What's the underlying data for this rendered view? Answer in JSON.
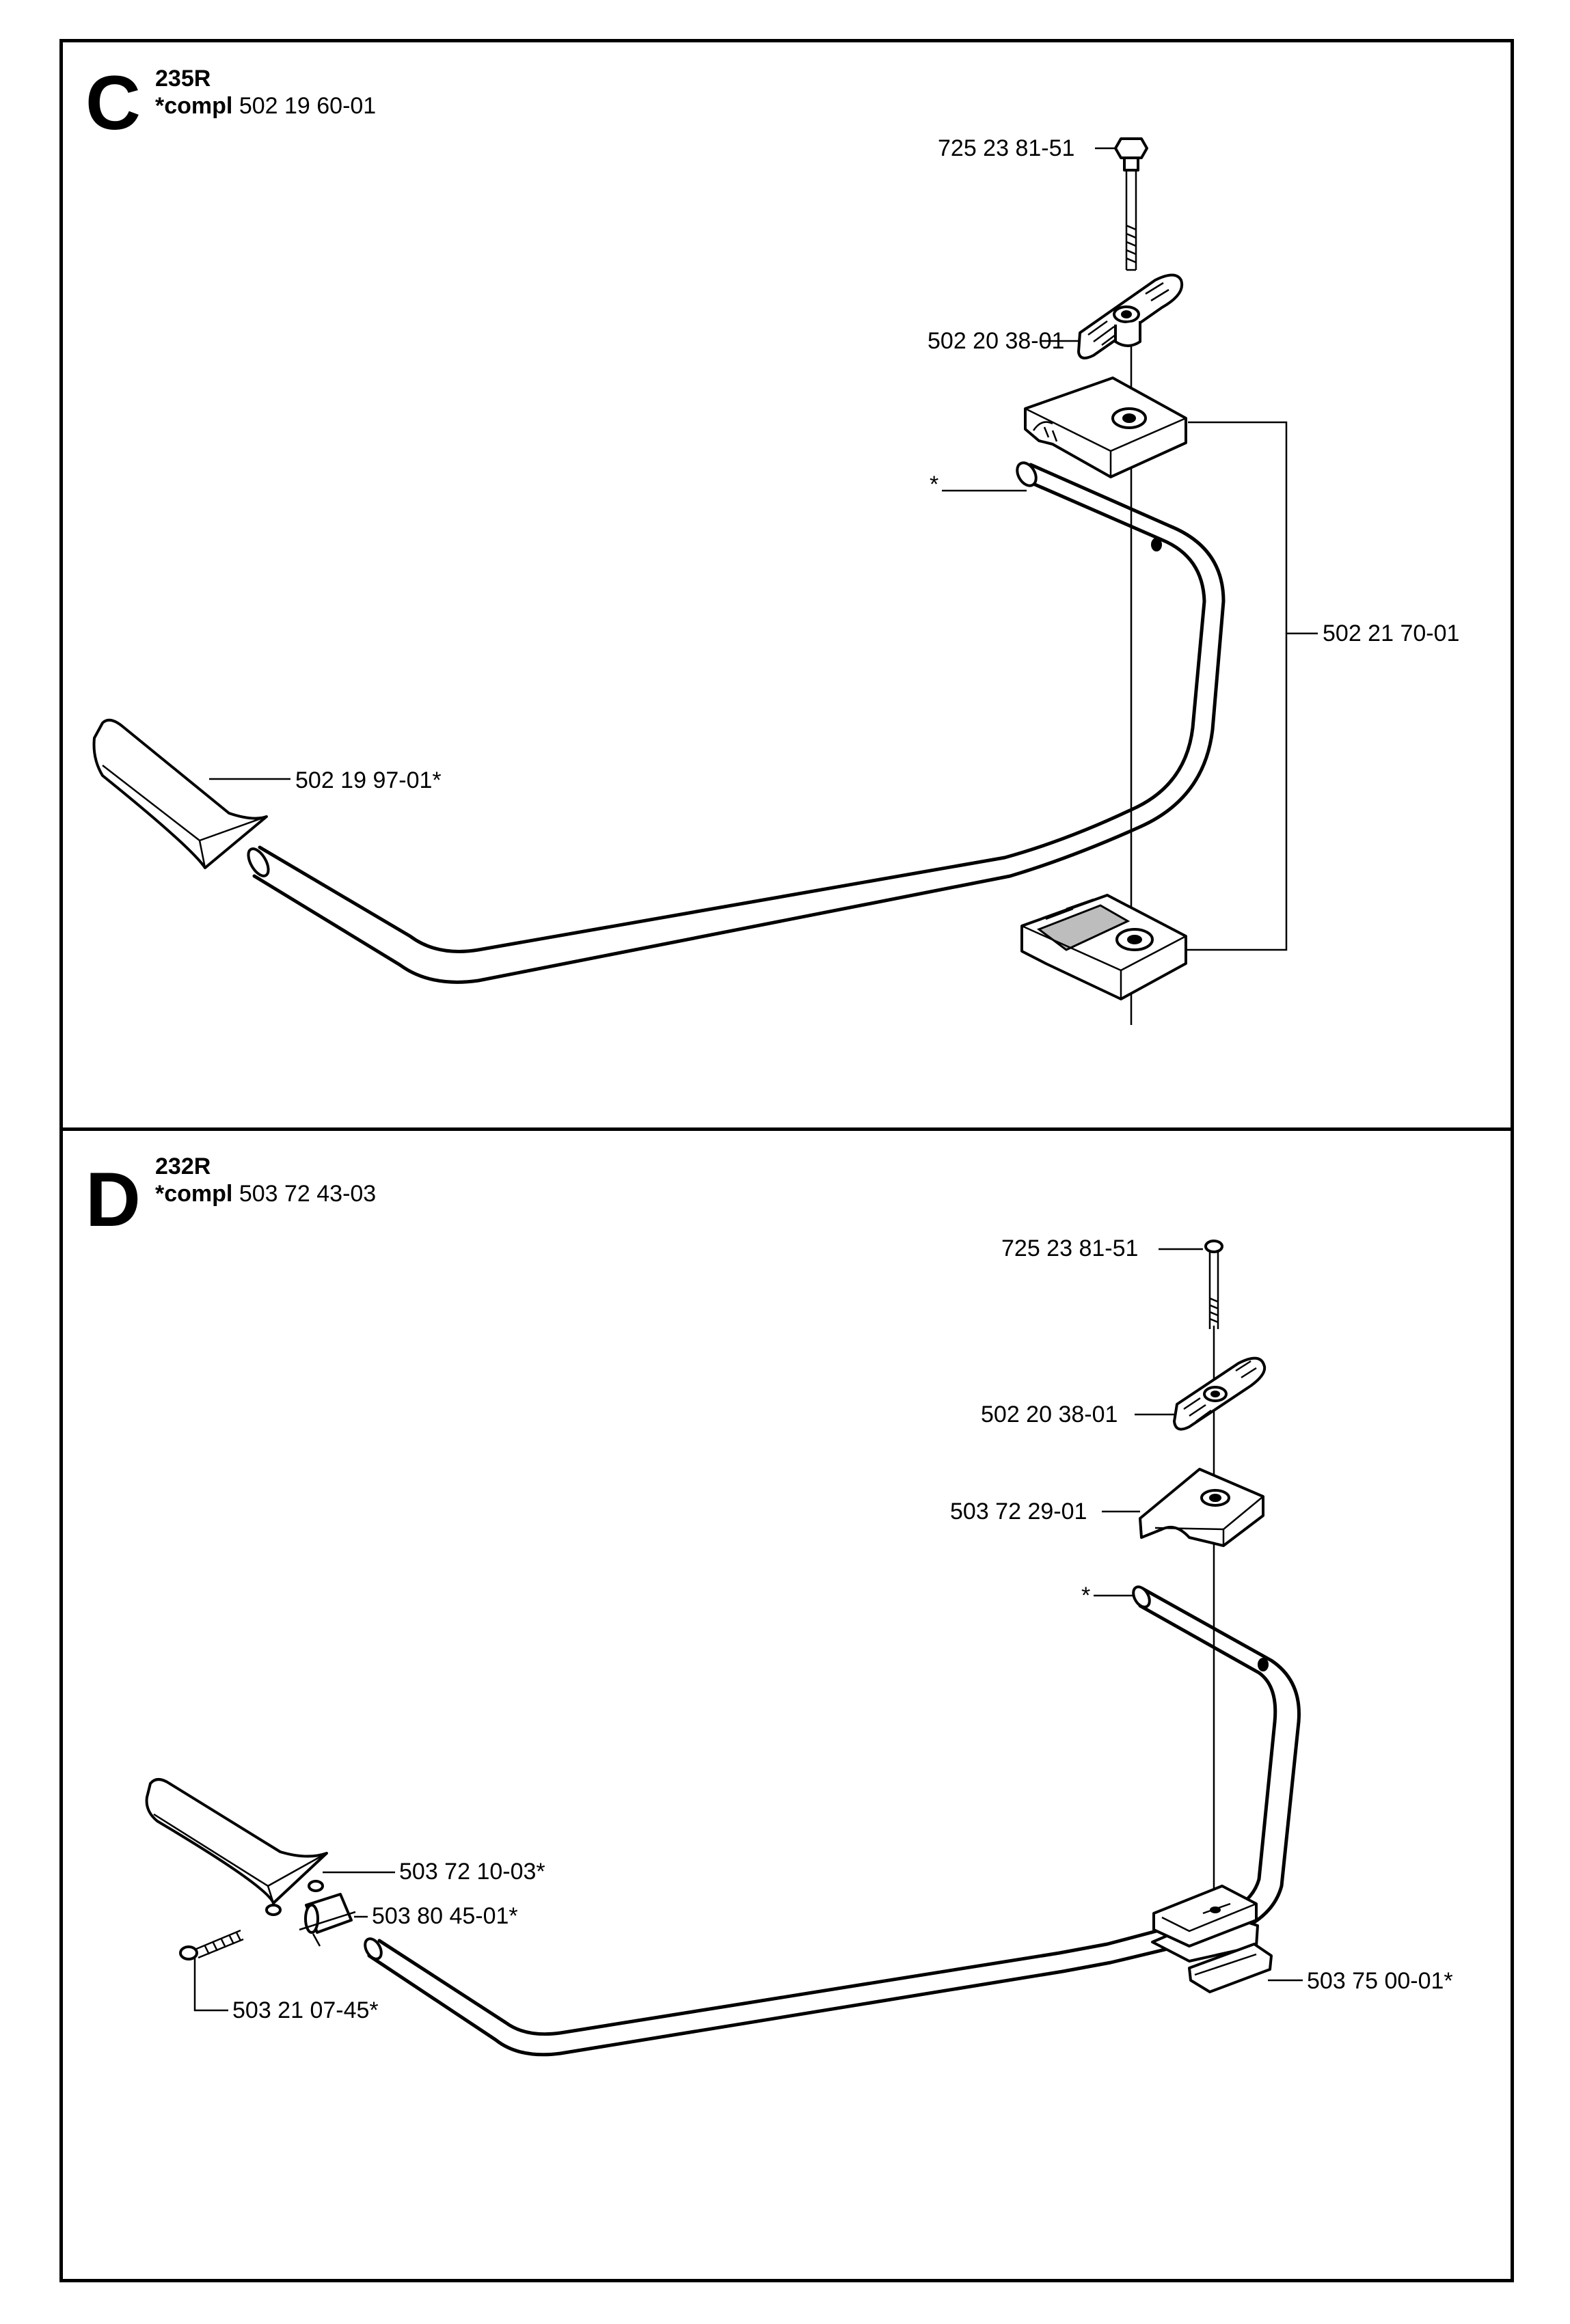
{
  "sections": [
    {
      "letter": "C",
      "model": "235R",
      "compl_prefix": "*compl",
      "compl_number": "502 19 60-01",
      "parts": {
        "bolt": "725 23 81-51",
        "knob": "502 20 38-01",
        "handle_star": "*",
        "clamp_set": "502 21 70-01",
        "grip": "502 19 97-01*"
      }
    },
    {
      "letter": "D",
      "model": "232R",
      "compl_prefix": "*compl",
      "compl_number": "503 72 43-03",
      "parts": {
        "bolt": "725 23 81-51",
        "knob": "502 20 38-01",
        "clamp_top": "503 72 29-01",
        "handle_star": "*",
        "grip": "503 72 10-03*",
        "sleeve": "503 80 45-01*",
        "screw": "503 21 07-45*",
        "clamp_bottom": "503 75 00-01*"
      }
    }
  ]
}
